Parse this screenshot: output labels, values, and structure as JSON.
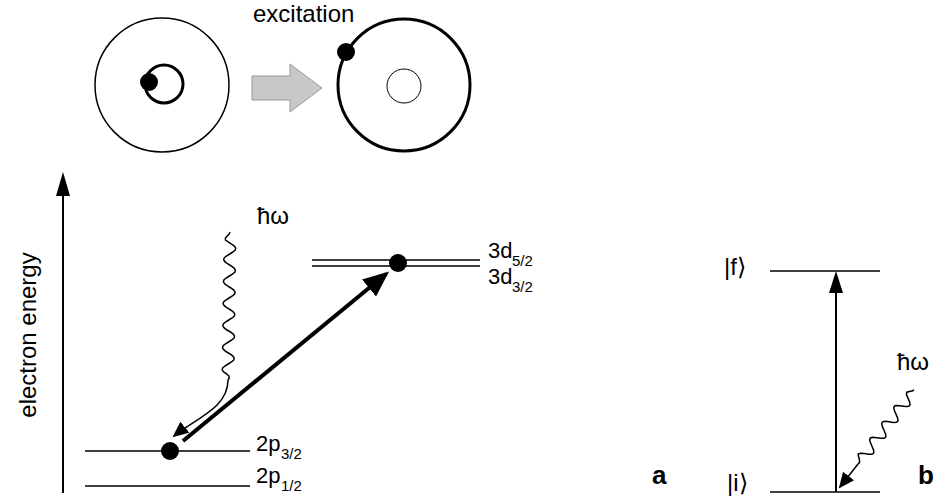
{
  "diagram": {
    "labels": [
      "excitation",
      "electron energy",
      "ħω",
      "3d",
      "5/2",
      "3d",
      "3/2",
      "2p",
      "3/2",
      "2p",
      "1/2",
      "a",
      "|f⟩",
      "|i⟩",
      "ħω",
      "b"
    ]
  }
}
